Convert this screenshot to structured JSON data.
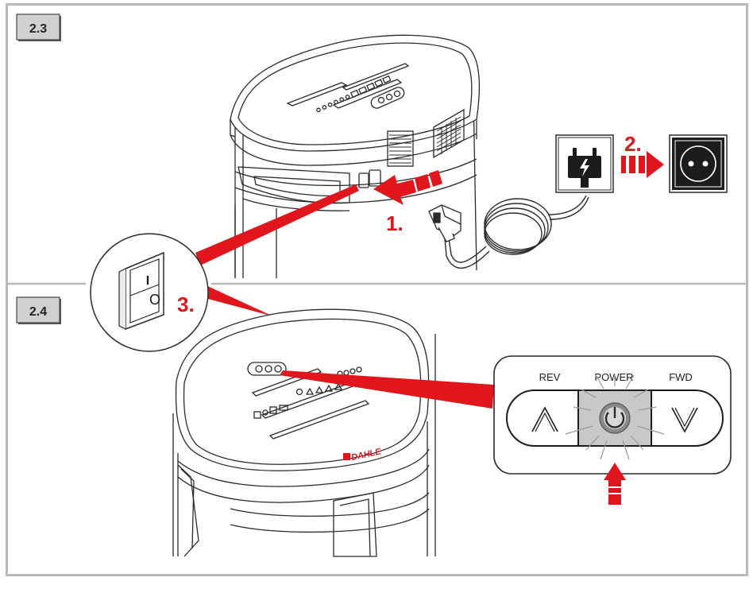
{
  "sections": [
    {
      "label": "2.3"
    },
    {
      "label": "2.4"
    }
  ],
  "steps": {
    "step1": "1.",
    "step2": "2.",
    "step3": "3."
  },
  "switch": {
    "on_mark": "I",
    "off_mark": "O"
  },
  "control_panel": {
    "rev_label": "REV",
    "power_label": "POWER",
    "fwd_label": "FWD"
  },
  "brand": {
    "name": "DAHLE"
  },
  "colors": {
    "accent_red": "#e1161d",
    "frame_gray": "#b9b9b9",
    "badge_gray": "#d0d0d0",
    "power_button_fill": "#c8c8c8",
    "line": "#2a2a2a"
  }
}
